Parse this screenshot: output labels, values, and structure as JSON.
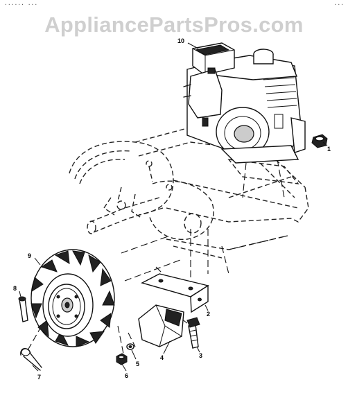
{
  "header": {
    "left_text": "...... ...",
    "right_text": "..."
  },
  "watermark": "AppliancePartsPros.com",
  "callouts": [
    {
      "id": "1",
      "label": "1"
    },
    {
      "id": "2",
      "label": "2"
    },
    {
      "id": "3",
      "label": "3"
    },
    {
      "id": "4",
      "label": "4"
    },
    {
      "id": "5",
      "label": "5"
    },
    {
      "id": "6",
      "label": "6"
    },
    {
      "id": "7",
      "label": "7"
    },
    {
      "id": "8",
      "label": "8"
    },
    {
      "id": "9",
      "label": "9"
    },
    {
      "id": "10",
      "label": "10"
    }
  ]
}
